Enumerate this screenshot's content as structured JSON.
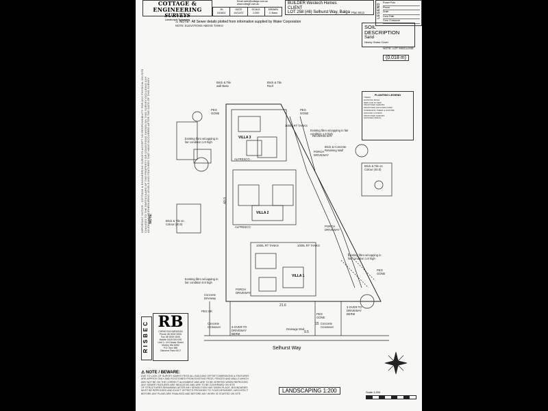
{
  "header": {
    "logo_line1": "COTTAGE & ENGINEERING",
    "logo_line2": "SURVEYS",
    "logo_line3": "Landscape Surveying",
    "job": [
      {
        "label": "JN",
        "value": "161602"
      },
      {
        "label": "DATE",
        "value": "14/11/07"
      },
      {
        "label": "SCALE",
        "value": "1:200"
      },
      {
        "label": "DRAWN",
        "value": "C Bass"
      }
    ],
    "contact_lines": [
      "Email ceeh@cottage.com.au",
      "www.cottage.com.au"
    ],
    "builder": "BUILDER  Westech Homes",
    "client_label": "CLIENT",
    "lot": "LOT 258 (#8) Selhurst Way, Balga",
    "plan_ref": "Plan 9013"
  },
  "legend": {
    "title": "LEGEND",
    "rows": [
      "Power Pole",
      "Phone",
      "Drain",
      "Conc Path",
      "Conc Crossover"
    ]
  },
  "soil": {
    "title": "SOIL DESCRIPTION",
    "value": "Sand",
    "note": "Heavy Grass Cover"
  },
  "lot_area": {
    "label": "NOTE: LOT MISCLOSE",
    "value": "(0.018 m)"
  },
  "notes": {
    "top": "NOTE : All Sewer details plotted from information supplied by Water Corporation",
    "top2": "NOTE: ELEVATIONS ABOVE TANKS",
    "side": [
      "IMPORTANT NOTICE - COTTAGE & ENGINEERING SURVEYS ACCEPT NO RESPONSIBILITY FOR ANY PHYSICAL ON-SITE",
      "CHANGES TO THE PARTICULARS OF THE PROPERTY OR CONDITIONS SHOWN ON THIS SURVEY INCLUDING ANY",
      "ADJOINING NEIGHBOURING LEVELS AND FEATURES THAT HAVE OCCURRED AFTER THE DATE OF THIS SURVEY"
    ],
    "side_note": "NOTE:"
  },
  "planting": {
    "title": "PLANTING LEGEND",
    "lines": [
      "TREES",
      "EXISTING BUSH",
      "REPLACE IN NEW",
      "PROPOSED SHRUBS",
      "PROPOSED GROUNDCOVER",
      "SCREENING TREES & SHRUBS",
      "GROUND COVERS",
      "PROPOSED SHRUBS",
      "GRASSED AREAS"
    ]
  },
  "plan": {
    "villas": [
      "VILLA 3",
      "VILLA 2",
      "VILLA 1"
    ],
    "labels": [
      {
        "t": "ALFRESCO"
      },
      {
        "t": "ALFRESCO"
      },
      {
        "t": "PORCH DRIVEWAY"
      },
      {
        "t": "PORCH DRIVEWAY"
      },
      {
        "t": "PORCH DRIVEWAY"
      },
      {
        "t": "REVERSE BAY"
      },
      {
        "t": "1000L RT TANKS"
      },
      {
        "t": "1000L RT TANKS"
      },
      {
        "t": "1000L RT TANKS"
      },
      {
        "t": "PEG GONE"
      },
      {
        "t": "PEG GONE"
      },
      {
        "t": "PEG GONE"
      },
      {
        "t": "PEG GONE"
      },
      {
        "t": "PEG OK"
      },
      {
        "t": "Brick & Tile on Colour (40.0)"
      },
      {
        "t": "Brick & Tile on Colour (40.0)"
      },
      {
        "t": "Brick & Tile wall Base"
      },
      {
        "t": "Brick & Tile Roof"
      },
      {
        "t": "Existing fibro w/capping in fair condition 1.9 high"
      },
      {
        "t": "Existing fibro w/capping in fair condition 1.8 high"
      },
      {
        "t": "Existing fibro w/capping in fair condition 1.8 high"
      },
      {
        "t": "Existing fibro w/capping in fair condition 0.8 high"
      },
      {
        "t": "Brick & Concrete Retaining Wall"
      },
      {
        "t": "Concrete Driveway"
      },
      {
        "t": "Concrete Crossover"
      },
      {
        "t": "Concrete Crossover"
      },
      {
        "t": "Drainage Mod"
      },
      {
        "t": "3-OVER TO DRIVEWAY BERM"
      },
      {
        "t": "3-OVER TO DRIVEWAY BERM"
      }
    ],
    "dims": [
      "21.6",
      "40.0",
      "15",
      "9.5"
    ]
  },
  "street": "Selhurst Way",
  "risbec": "RISBEC",
  "rb": "RB",
  "rb_lines": [
    "CHRIS RICHARDSON",
    "Phone 08 9000 0000",
    "Fax 08 9000 0000",
    "Mobile 0418 000 000",
    "Unit 1 / 44 Dewar Street",
    "Morley WA 6062",
    "P.O. Box 388",
    "Osborne Park 6917"
  ],
  "beware": {
    "title": "NOTE / BEWARE:",
    "body": [
      "DUE TO LACK OF SURVEY MARKS PEGS ALL BUILDING OFFSET DIMENSIONS & FEATURES",
      "ARE APPROX ONLY AND POSITIONED FROM EXISTING PEGS, FENCES AND WALLS WHICH",
      "MAY NOT BE ON THE CORRECT ALIGNMENT AND ARE TO BE VERIFIED WHEN REPEGGED",
      "ANY SEWER FEATURES ARE INDICATIVE AND ARE TO BE CONFIRMED ON SITE",
      "OF STRUCTURES REMAINING AFTER ANY DEMOLITION HAS TAKEN PLACE. BOUNDARIES",
      "MUST BE REPEGGED AND EXACT OFFSETS PROVIDED TO YOUR DESIGNER / ARCHITECT",
      "BEFORE ANY PLANS ARE FINALISED AND BEFORE ANY WORK IS STARTED ON SITE"
    ]
  },
  "landscaping": "LANDSCAPING 1:200",
  "scale_note": "Scale 1:200"
}
